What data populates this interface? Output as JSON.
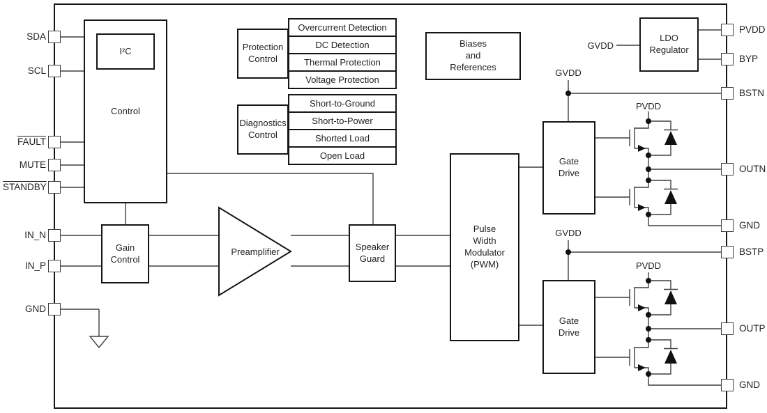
{
  "pins_left": [
    {
      "label": "SDA",
      "active_low": false
    },
    {
      "label": "SCL",
      "active_low": false
    },
    {
      "label": "FAULT",
      "active_low": true
    },
    {
      "label": "MUTE",
      "active_low": false
    },
    {
      "label": "STANDBY",
      "active_low": true
    },
    {
      "label": "IN_N",
      "active_low": false
    },
    {
      "label": "IN_P",
      "active_low": false
    },
    {
      "label": "GND",
      "active_low": false
    }
  ],
  "pins_right": [
    {
      "label": "PVDD"
    },
    {
      "label": "BYP"
    },
    {
      "label": "BSTN"
    },
    {
      "label": "OUTN"
    },
    {
      "label": "GND"
    },
    {
      "label": "BSTP"
    },
    {
      "label": "OUTP"
    },
    {
      "label": "GND"
    }
  ],
  "blocks": {
    "control": "Control",
    "i2c": "I²C",
    "protection_control": "Protection\nControl",
    "diagnostics_control": "Diagnostics\nControl",
    "biases": "Biases\nand\nReferences",
    "ldo": "LDO\nRegulator",
    "gain_control": "Gain\nControl",
    "preamplifier": "Preamplifier",
    "speaker_guard": "Speaker\nGuard",
    "pwm": "Pulse\nWidth\nModulator\n(PWM)",
    "gate_drive_top": "Gate\nDrive",
    "gate_drive_bottom": "Gate\nDrive"
  },
  "protection_rows": [
    "Overcurrent Detection",
    "DC Detection",
    "Thermal Protection",
    "Voltage Protection"
  ],
  "diagnostic_rows": [
    "Short-to-Ground",
    "Short-to-Power",
    "Shorted Load",
    "Open Load"
  ],
  "nets": {
    "gvdd": "GVDD",
    "pvdd": "PVDD"
  },
  "colors": {
    "wire": "#3f3f3f",
    "border": "#151515",
    "text": "#231f20",
    "background": "#ffffff"
  }
}
